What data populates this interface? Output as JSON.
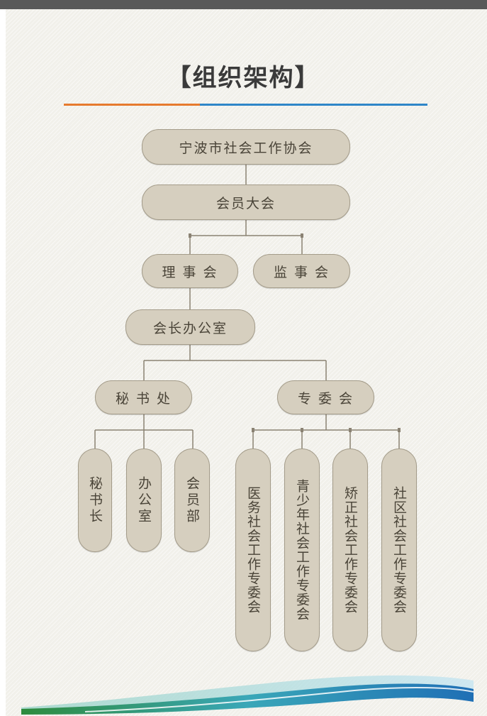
{
  "title": "【组织架构】",
  "colors": {
    "accent_orange": "#e67a2e",
    "accent_blue": "#2f86c8",
    "node_fill": "#d6cfbf",
    "line": "#8a8273"
  },
  "org": {
    "root": "宁波市社会工作协会",
    "assembly": "会员大会",
    "board": "理 事 会",
    "supervisors": "监 事 会",
    "president_office": "会长办公室",
    "secretariat": "秘 书 处",
    "committees": "专 委 会",
    "secretariat_units": [
      "秘书长",
      "办公室",
      "会员部"
    ],
    "committee_units": [
      "医务社会工作专委会",
      "青少年社会工作专委会",
      "矫正社会工作专委会",
      "社区社会工作专委会"
    ]
  }
}
